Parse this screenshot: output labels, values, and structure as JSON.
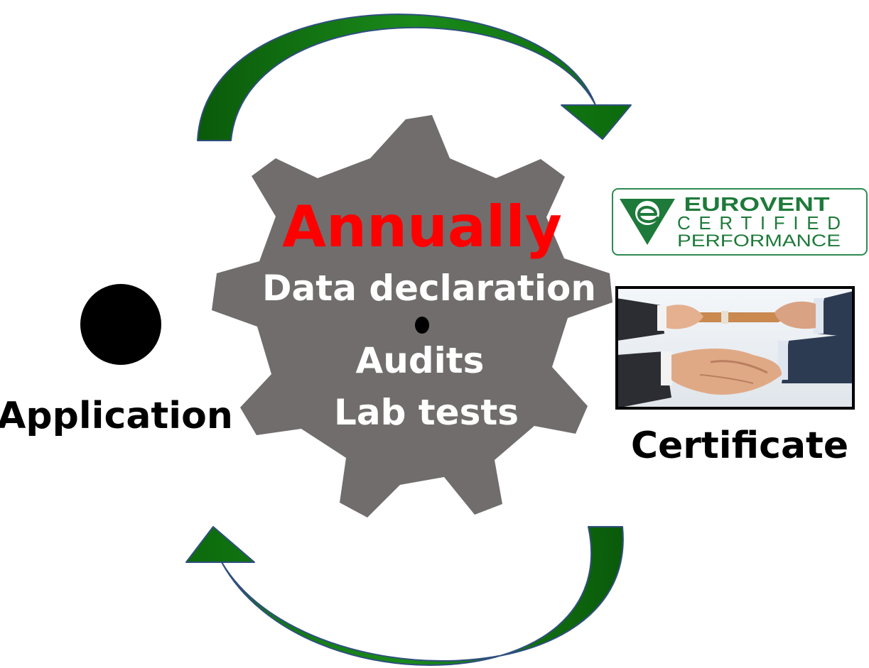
{
  "gear": {
    "headline": "Annually",
    "items": [
      "Data declaration",
      "Audits",
      "Lab tests"
    ]
  },
  "application": {
    "label": "Application"
  },
  "certificate": {
    "label": "Certificate",
    "photo_icon": "handshake-certificate-photo"
  },
  "logo": {
    "line1": "EUROVENT",
    "line2": "CERTIFIED",
    "line3": "PERFORMANCE"
  },
  "colors": {
    "gear": "#716d6d",
    "headline": "#ff0000",
    "arrow": "#128012",
    "arrow_dark": "#0b5c0b",
    "arrow_outline": "#2f4f7f",
    "logo_green": "#1e7a3a",
    "text": "#000000"
  }
}
